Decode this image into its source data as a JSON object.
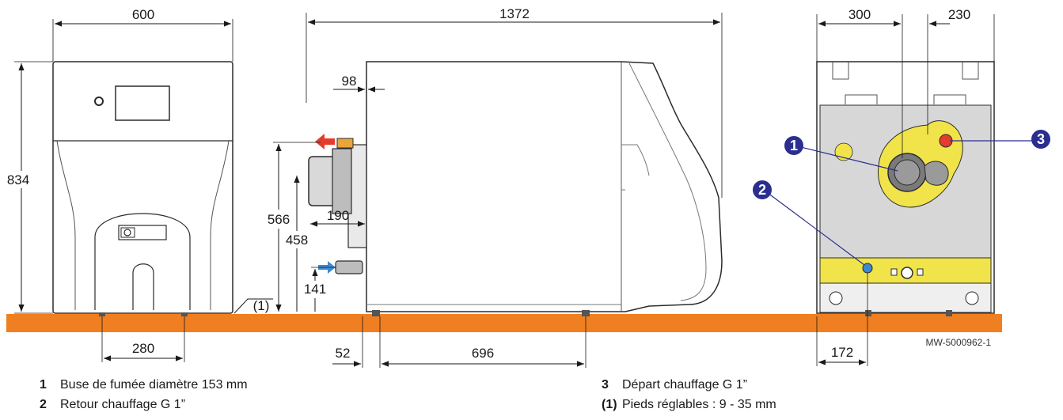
{
  "colors": {
    "floor": "#f07f21",
    "panel_gray": "#d7d7d7",
    "highlight_yellow": "#f1e44a",
    "callout_blue": "#2a2f8f",
    "arrow_red": "#e53b2c",
    "arrow_blue": "#3b8ad0"
  },
  "dimensions": {
    "front_width": "600",
    "front_height": "834",
    "front_feet": "280",
    "side_length": "1372",
    "side_burner_offset": "98",
    "side_burner_depth": "190",
    "side_flow_height": "566",
    "side_burner_height": "458",
    "side_return_height": "141",
    "side_foot_offset": "52",
    "side_feet": "696",
    "back_left": "300",
    "back_right": "230",
    "back_return": "172"
  },
  "note_marker": "(1)",
  "callouts": [
    "1",
    "2",
    "3"
  ],
  "reference_code": "MW-5000962-1",
  "legend": [
    {
      "key": "1",
      "text": "Buse de fumée diamètre 153 mm"
    },
    {
      "key": "2",
      "text": "Retour chauffage G 1”"
    },
    {
      "key": "3",
      "text": "Départ chauffage G 1”"
    },
    {
      "key": "(1)",
      "text": "Pieds réglables : 9 - 35 mm"
    }
  ]
}
